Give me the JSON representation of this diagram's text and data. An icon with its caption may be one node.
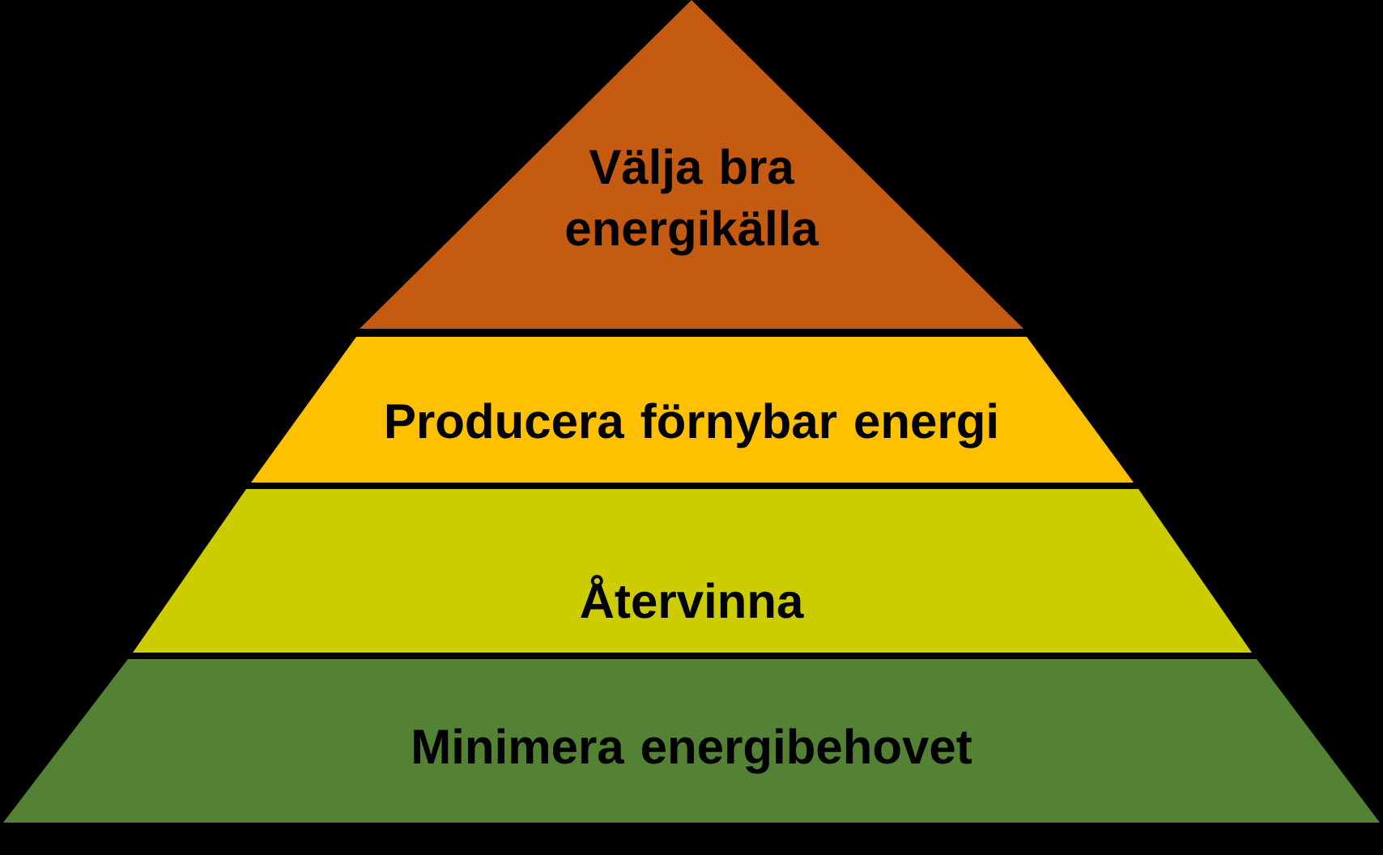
{
  "diagram": {
    "nodes": [
      {
        "text": [
          "Välja bra energikälla"
        ]
      },
      {
        "text": [
          "Producera förnybar energi"
        ]
      },
      {
        "text": [
          "Återvinna"
        ]
      },
      {
        "text": [
          "Minimera energibehovet"
        ]
      }
    ]
  }
}
